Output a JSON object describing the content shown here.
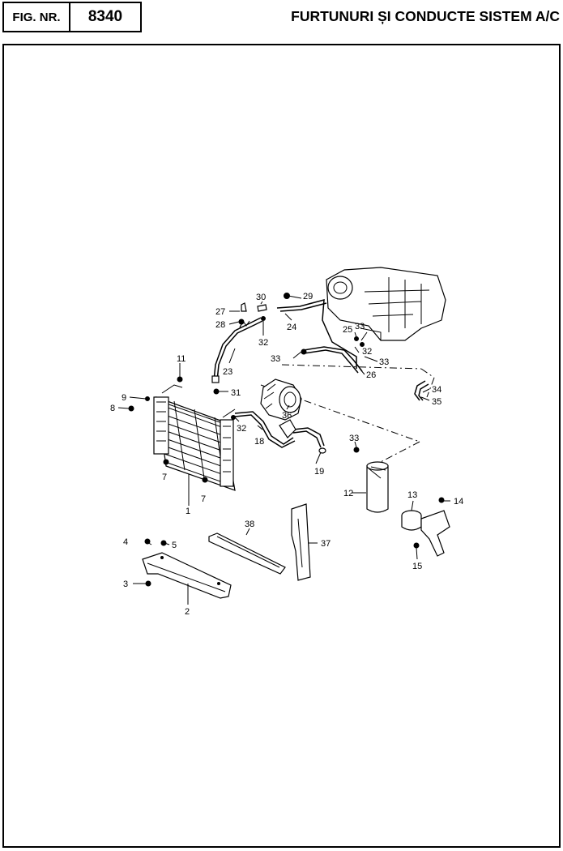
{
  "header": {
    "fig_label": "FIG. NR.",
    "fig_number": "8340",
    "title": "FURTUNURI ȘI CONDUCTE SISTEM A/C"
  },
  "callouts": [
    {
      "id": "c1",
      "label": "1"
    },
    {
      "id": "c2",
      "label": "2"
    },
    {
      "id": "c3",
      "label": "3"
    },
    {
      "id": "c4",
      "label": "4"
    },
    {
      "id": "c5",
      "label": "5"
    },
    {
      "id": "c7a",
      "label": "7"
    },
    {
      "id": "c7b",
      "label": "7"
    },
    {
      "id": "c8",
      "label": "8"
    },
    {
      "id": "c9",
      "label": "9"
    },
    {
      "id": "c11",
      "label": "11"
    },
    {
      "id": "c12",
      "label": "12"
    },
    {
      "id": "c13",
      "label": "13"
    },
    {
      "id": "c14",
      "label": "14"
    },
    {
      "id": "c15",
      "label": "15"
    },
    {
      "id": "c18",
      "label": "18"
    },
    {
      "id": "c19",
      "label": "19"
    },
    {
      "id": "c23",
      "label": "23"
    },
    {
      "id": "c24",
      "label": "24"
    },
    {
      "id": "c25",
      "label": "25"
    },
    {
      "id": "c26",
      "label": "26"
    },
    {
      "id": "c27",
      "label": "27"
    },
    {
      "id": "c28",
      "label": "28"
    },
    {
      "id": "c29",
      "label": "29"
    },
    {
      "id": "c30",
      "label": "30"
    },
    {
      "id": "c31",
      "label": "31"
    },
    {
      "id": "c32a",
      "label": "32"
    },
    {
      "id": "c32b",
      "label": "32"
    },
    {
      "id": "c32c",
      "label": "32"
    },
    {
      "id": "c33a",
      "label": "33"
    },
    {
      "id": "c33b",
      "label": "33"
    },
    {
      "id": "c33c",
      "label": "33"
    },
    {
      "id": "c33d",
      "label": "33"
    },
    {
      "id": "c34",
      "label": "34"
    },
    {
      "id": "c35",
      "label": "35"
    },
    {
      "id": "c36",
      "label": "36"
    },
    {
      "id": "c37",
      "label": "37"
    },
    {
      "id": "c38",
      "label": "38"
    }
  ]
}
